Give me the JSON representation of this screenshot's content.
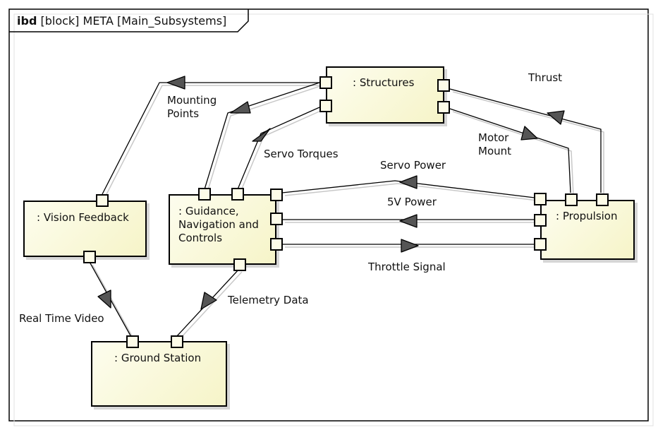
{
  "frame": {
    "kind": "ibd",
    "title": "[block] META [Main_Subsystems]"
  },
  "blocks": {
    "structures": ": Structures",
    "vision": ": Vision Feedback",
    "gnc": ": Guidance,\nNavigation and\nControls",
    "propulsion": ": Propulsion",
    "ground": ": Ground Station"
  },
  "connectors": {
    "mounting_points": "Mounting\nPoints",
    "servo_torques": "Servo Torques",
    "thrust": "Thrust",
    "motor_mount": "Motor\nMount",
    "servo_power": "Servo Power",
    "five_v_power": "5V Power",
    "throttle_signal": "Throttle Signal",
    "telemetry_data": "Telemetry Data",
    "real_time_video": "Real Time Video"
  },
  "colors": {
    "block_fill_light": "#fdfdee",
    "block_fill_dark": "#f6f4c8",
    "arrow_fill": "#555555",
    "line": "#000000"
  }
}
